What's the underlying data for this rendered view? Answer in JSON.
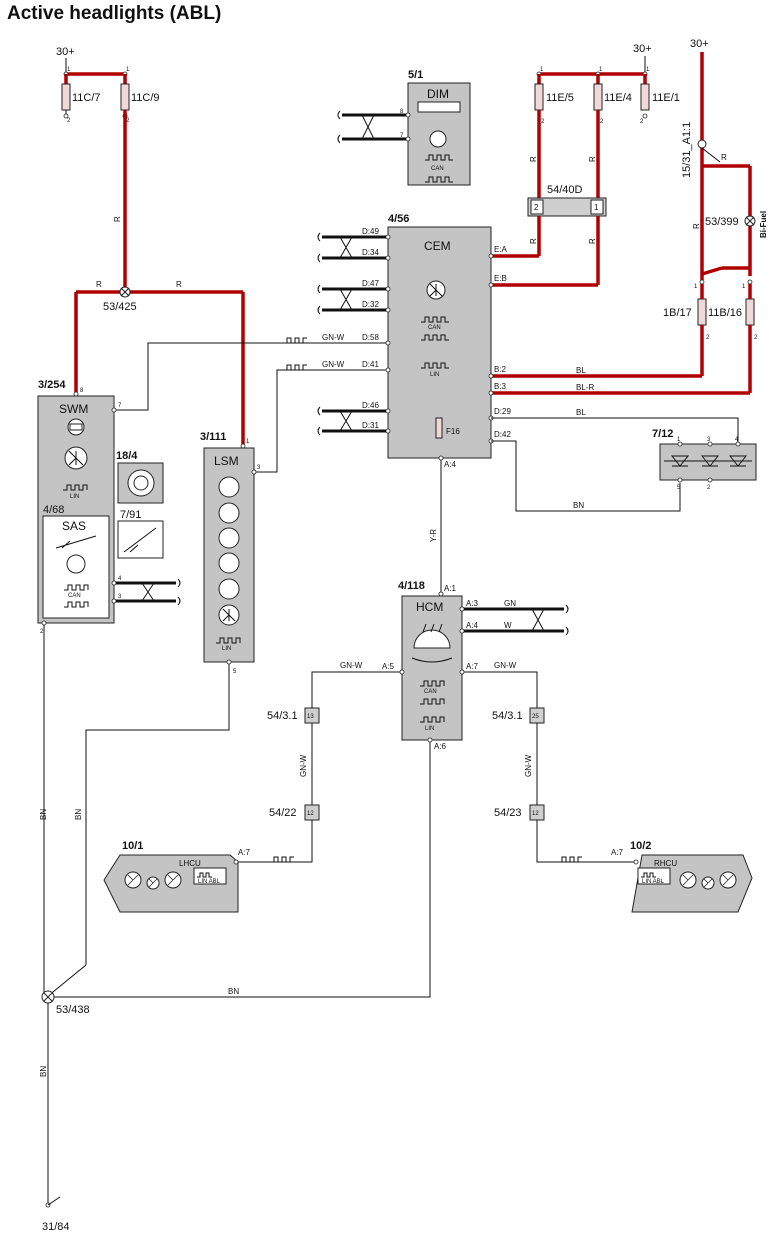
{
  "title": "Active headlights (ABL)",
  "supply": {
    "left": "30+",
    "mid": "30+",
    "right": "30+"
  },
  "fuses": {
    "f11c7": "11C/7",
    "f11c9": "11C/9",
    "f11e5": "11E/5",
    "f11e4": "11E/4",
    "f11e1": "11E/1",
    "f1b17": "1B/17",
    "f11b16": "11B/16",
    "f16": "F16"
  },
  "pins": {
    "p1": "1",
    "p2": "2",
    "p3": "3",
    "p4": "4",
    "p5": "5",
    "p7": "7",
    "p8": "8"
  },
  "components": {
    "dim": {
      "id": "5/1",
      "name": "DIM",
      "can": "CAN"
    },
    "cem": {
      "id": "4/56",
      "name": "CEM",
      "can": "CAN",
      "lin": "LIN"
    },
    "swm": {
      "id": "3/254",
      "name": "SWM",
      "lin": "LIN"
    },
    "cam": {
      "id": "18/4"
    },
    "sw791": {
      "id": "7/91"
    },
    "sas": {
      "id": "4/68",
      "name": "SAS",
      "can": "CAN"
    },
    "lsm": {
      "id": "3/111",
      "name": "LSM",
      "lin": "LIN"
    },
    "led": {
      "id": "7/12"
    },
    "hcm": {
      "id": "4/118",
      "name": "HCM",
      "can": "CAN",
      "lin": "LIN"
    },
    "lhcu": {
      "id": "10/1",
      "name": "LHCU",
      "sub": "LIN ABL"
    },
    "rhcu": {
      "id": "10/2",
      "name": "RHCU",
      "sub": "LIN ABL"
    }
  },
  "connectors": {
    "c5440d": "54/40D",
    "c5440d_p2": "2",
    "c5440d_p1": "1",
    "c5431l": "54/3.1",
    "c5431l_p": "13",
    "c5431r": "54/3.1",
    "c5431r_p": "25",
    "c5422": "54/22",
    "c5422_p": "12",
    "c5423": "54/23",
    "c5423_p": "12",
    "a11": "15/31_A1:1"
  },
  "splices": {
    "s53425": "53/425",
    "s53399": "53/399",
    "s53438": "53/438",
    "g3184": "31/84",
    "bifuel": "Bi-Fuel"
  },
  "cem_pins": {
    "d49": "D:49",
    "d34": "D:34",
    "d47": "D:47",
    "d32": "D:32",
    "d58": "D:58",
    "d41": "D:41",
    "d46": "D:46",
    "d31": "D:31",
    "ea": "E:A",
    "eb": "E:B",
    "b2": "B:2",
    "b3": "B:3",
    "d29": "D:29",
    "d42": "D:42",
    "a4": "A:4"
  },
  "hcm_pins": {
    "a1": "A:1",
    "a3": "A:3",
    "a4": "A:4",
    "a5": "A:5",
    "a7": "A:7",
    "a6": "A:6"
  },
  "ecu_pins": {
    "lhcu_a7": "A:7",
    "rhcu_a7": "A:7"
  },
  "wires": {
    "r": "R",
    "gnw": "GN-W",
    "bl": "BL",
    "blr": "BL-R",
    "bn": "BN",
    "yr": "Y-R",
    "gn": "GN",
    "w": "W"
  }
}
